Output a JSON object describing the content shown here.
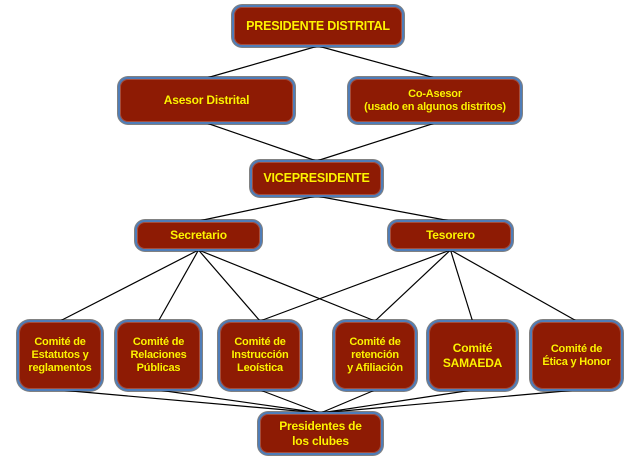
{
  "theme": {
    "page_bg": "#FFFFFF",
    "box_fill": "#8E1B04",
    "box_border": "#4F7DB8",
    "box_text": "#FFF200",
    "line_color": "#000000"
  },
  "diagram": {
    "nodes": [
      {
        "id": "presidente-distrital",
        "label": "PRESIDENTE DISTRITAL"
      },
      {
        "id": "asesor-distrital",
        "label": "Asesor Distrital"
      },
      {
        "id": "co-asesor",
        "label": "Co-Asesor\n(usado en algunos distritos)"
      },
      {
        "id": "vicepresidente",
        "label": "VICEPRESIDENTE"
      },
      {
        "id": "secretario",
        "label": "Secretario"
      },
      {
        "id": "tesorero",
        "label": "Tesorero"
      },
      {
        "id": "comite-estatutos",
        "label": "Comité de\nEstatutos y\nreglamentos"
      },
      {
        "id": "comite-relaciones",
        "label": "Comité de\nRelaciones\nPúblicas"
      },
      {
        "id": "comite-instruccion",
        "label": "Comité de\nInstrucción\nLeoística"
      },
      {
        "id": "comite-retencion",
        "label": "Comité de\nretención\ny Afiliación"
      },
      {
        "id": "comite-samaeda",
        "label": "Comité\nSAMAEDA"
      },
      {
        "id": "comite-etica",
        "label": "Comité de\nÉtica y Honor"
      },
      {
        "id": "presidentes-clubes",
        "label": "Presidentes de\nlos clubes"
      }
    ],
    "edges": [
      [
        "presidente-distrital",
        "asesor-distrital"
      ],
      [
        "presidente-distrital",
        "co-asesor"
      ],
      [
        "asesor-distrital",
        "vicepresidente"
      ],
      [
        "co-asesor",
        "vicepresidente"
      ],
      [
        "vicepresidente",
        "secretario"
      ],
      [
        "vicepresidente",
        "tesorero"
      ],
      [
        "secretario",
        "comite-estatutos"
      ],
      [
        "secretario",
        "comite-relaciones"
      ],
      [
        "secretario",
        "comite-instruccion"
      ],
      [
        "secretario",
        "comite-retencion"
      ],
      [
        "tesorero",
        "comite-instruccion"
      ],
      [
        "tesorero",
        "comite-retencion"
      ],
      [
        "tesorero",
        "comite-samaeda"
      ],
      [
        "tesorero",
        "comite-etica"
      ],
      [
        "comite-estatutos",
        "presidentes-clubes"
      ],
      [
        "comite-relaciones",
        "presidentes-clubes"
      ],
      [
        "comite-instruccion",
        "presidentes-clubes"
      ],
      [
        "comite-retencion",
        "presidentes-clubes"
      ],
      [
        "comite-samaeda",
        "presidentes-clubes"
      ],
      [
        "comite-etica",
        "presidentes-clubes"
      ]
    ]
  }
}
